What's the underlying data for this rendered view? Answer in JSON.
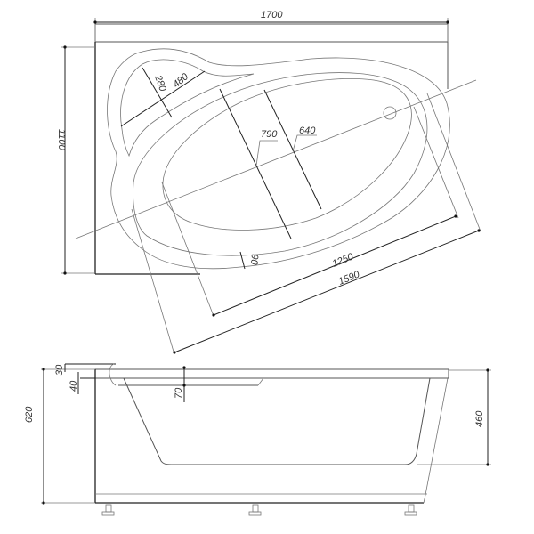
{
  "drawing": {
    "subject": "Corner bathtub technical drawing",
    "views": [
      "top-view",
      "side-view"
    ]
  },
  "top_view": {
    "dimensions": {
      "overall_width": "1700",
      "overall_depth": "1100",
      "seat_length": "480",
      "seat_width": "280",
      "bowl_outer_width": "790",
      "bowl_inner_width": "640",
      "rim_width": "90",
      "bowl_inner_length": "1250",
      "bowl_outer_length": "1590"
    }
  },
  "side_view": {
    "dimensions": {
      "total_height": "620",
      "rim_offset": "30",
      "rim_thickness": "40",
      "seat_depth": "70",
      "bowl_depth": "460"
    }
  },
  "colors": {
    "line": "#222222",
    "thin_line": "#777777",
    "background": "#ffffff"
  }
}
